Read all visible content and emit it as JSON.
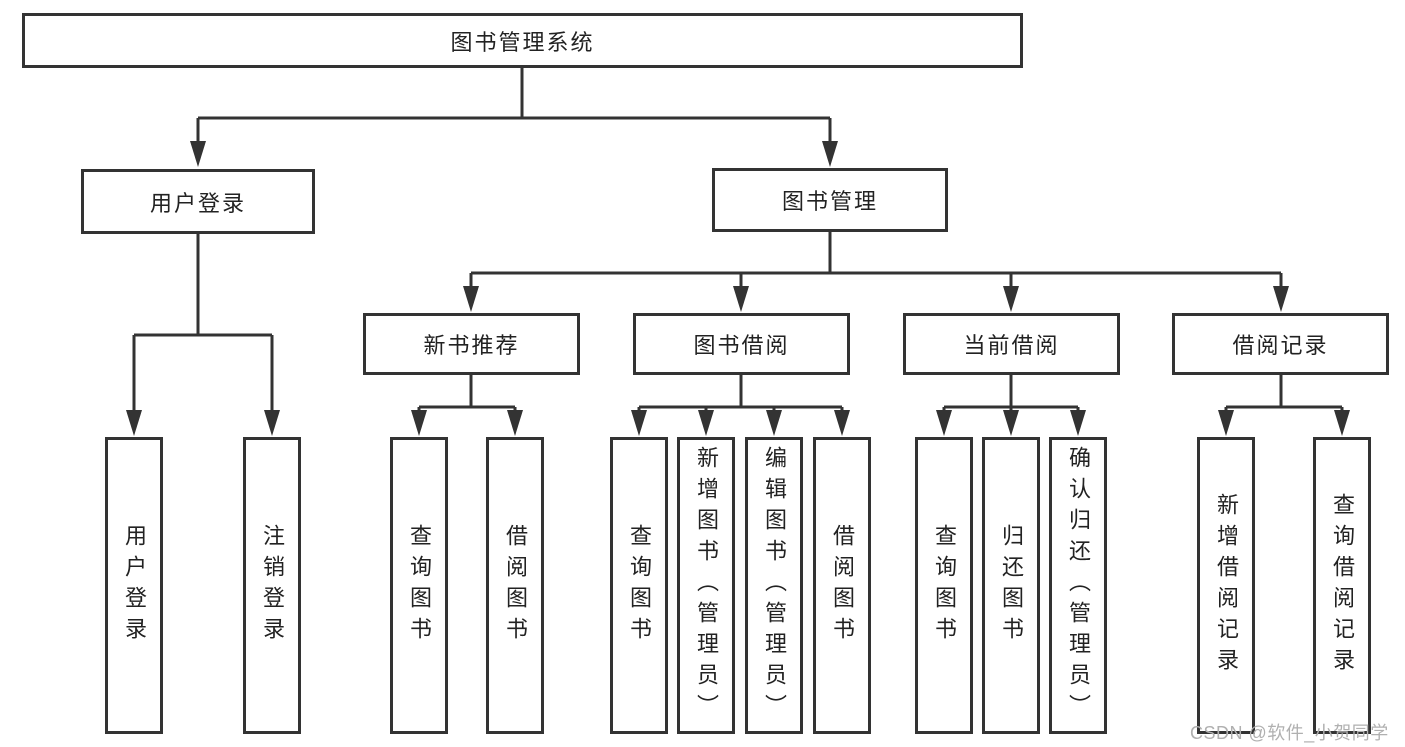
{
  "diagram": {
    "title": "图书管理系统",
    "tree": {
      "root": {
        "label": "图书管理系统"
      },
      "branches": [
        {
          "label": "用户登录",
          "children": [
            {
              "label": "用户登录"
            },
            {
              "label": "注销登录"
            }
          ]
        },
        {
          "label": "图书管理",
          "children": [
            {
              "label": "新书推荐",
              "children": [
                {
                  "label": "查询图书"
                },
                {
                  "label": "借阅图书"
                }
              ]
            },
            {
              "label": "图书借阅",
              "children": [
                {
                  "label": "查询图书"
                },
                {
                  "label": "新增图书（管理员）"
                },
                {
                  "label": "编辑图书（管理员）"
                },
                {
                  "label": "借阅图书"
                }
              ]
            },
            {
              "label": "当前借阅",
              "children": [
                {
                  "label": "查询图书"
                },
                {
                  "label": "归还图书"
                },
                {
                  "label": "确认归还（管理员）"
                }
              ]
            },
            {
              "label": "借阅记录",
              "children": [
                {
                  "label": "新增借阅记录"
                },
                {
                  "label": "查询借阅记录"
                }
              ]
            }
          ]
        }
      ]
    },
    "watermark": "CSDN @软件_小贺同学",
    "colors": {
      "line": "#333333",
      "text": "#222222",
      "background": "#ffffff",
      "watermark": "#b0b0b0"
    }
  }
}
